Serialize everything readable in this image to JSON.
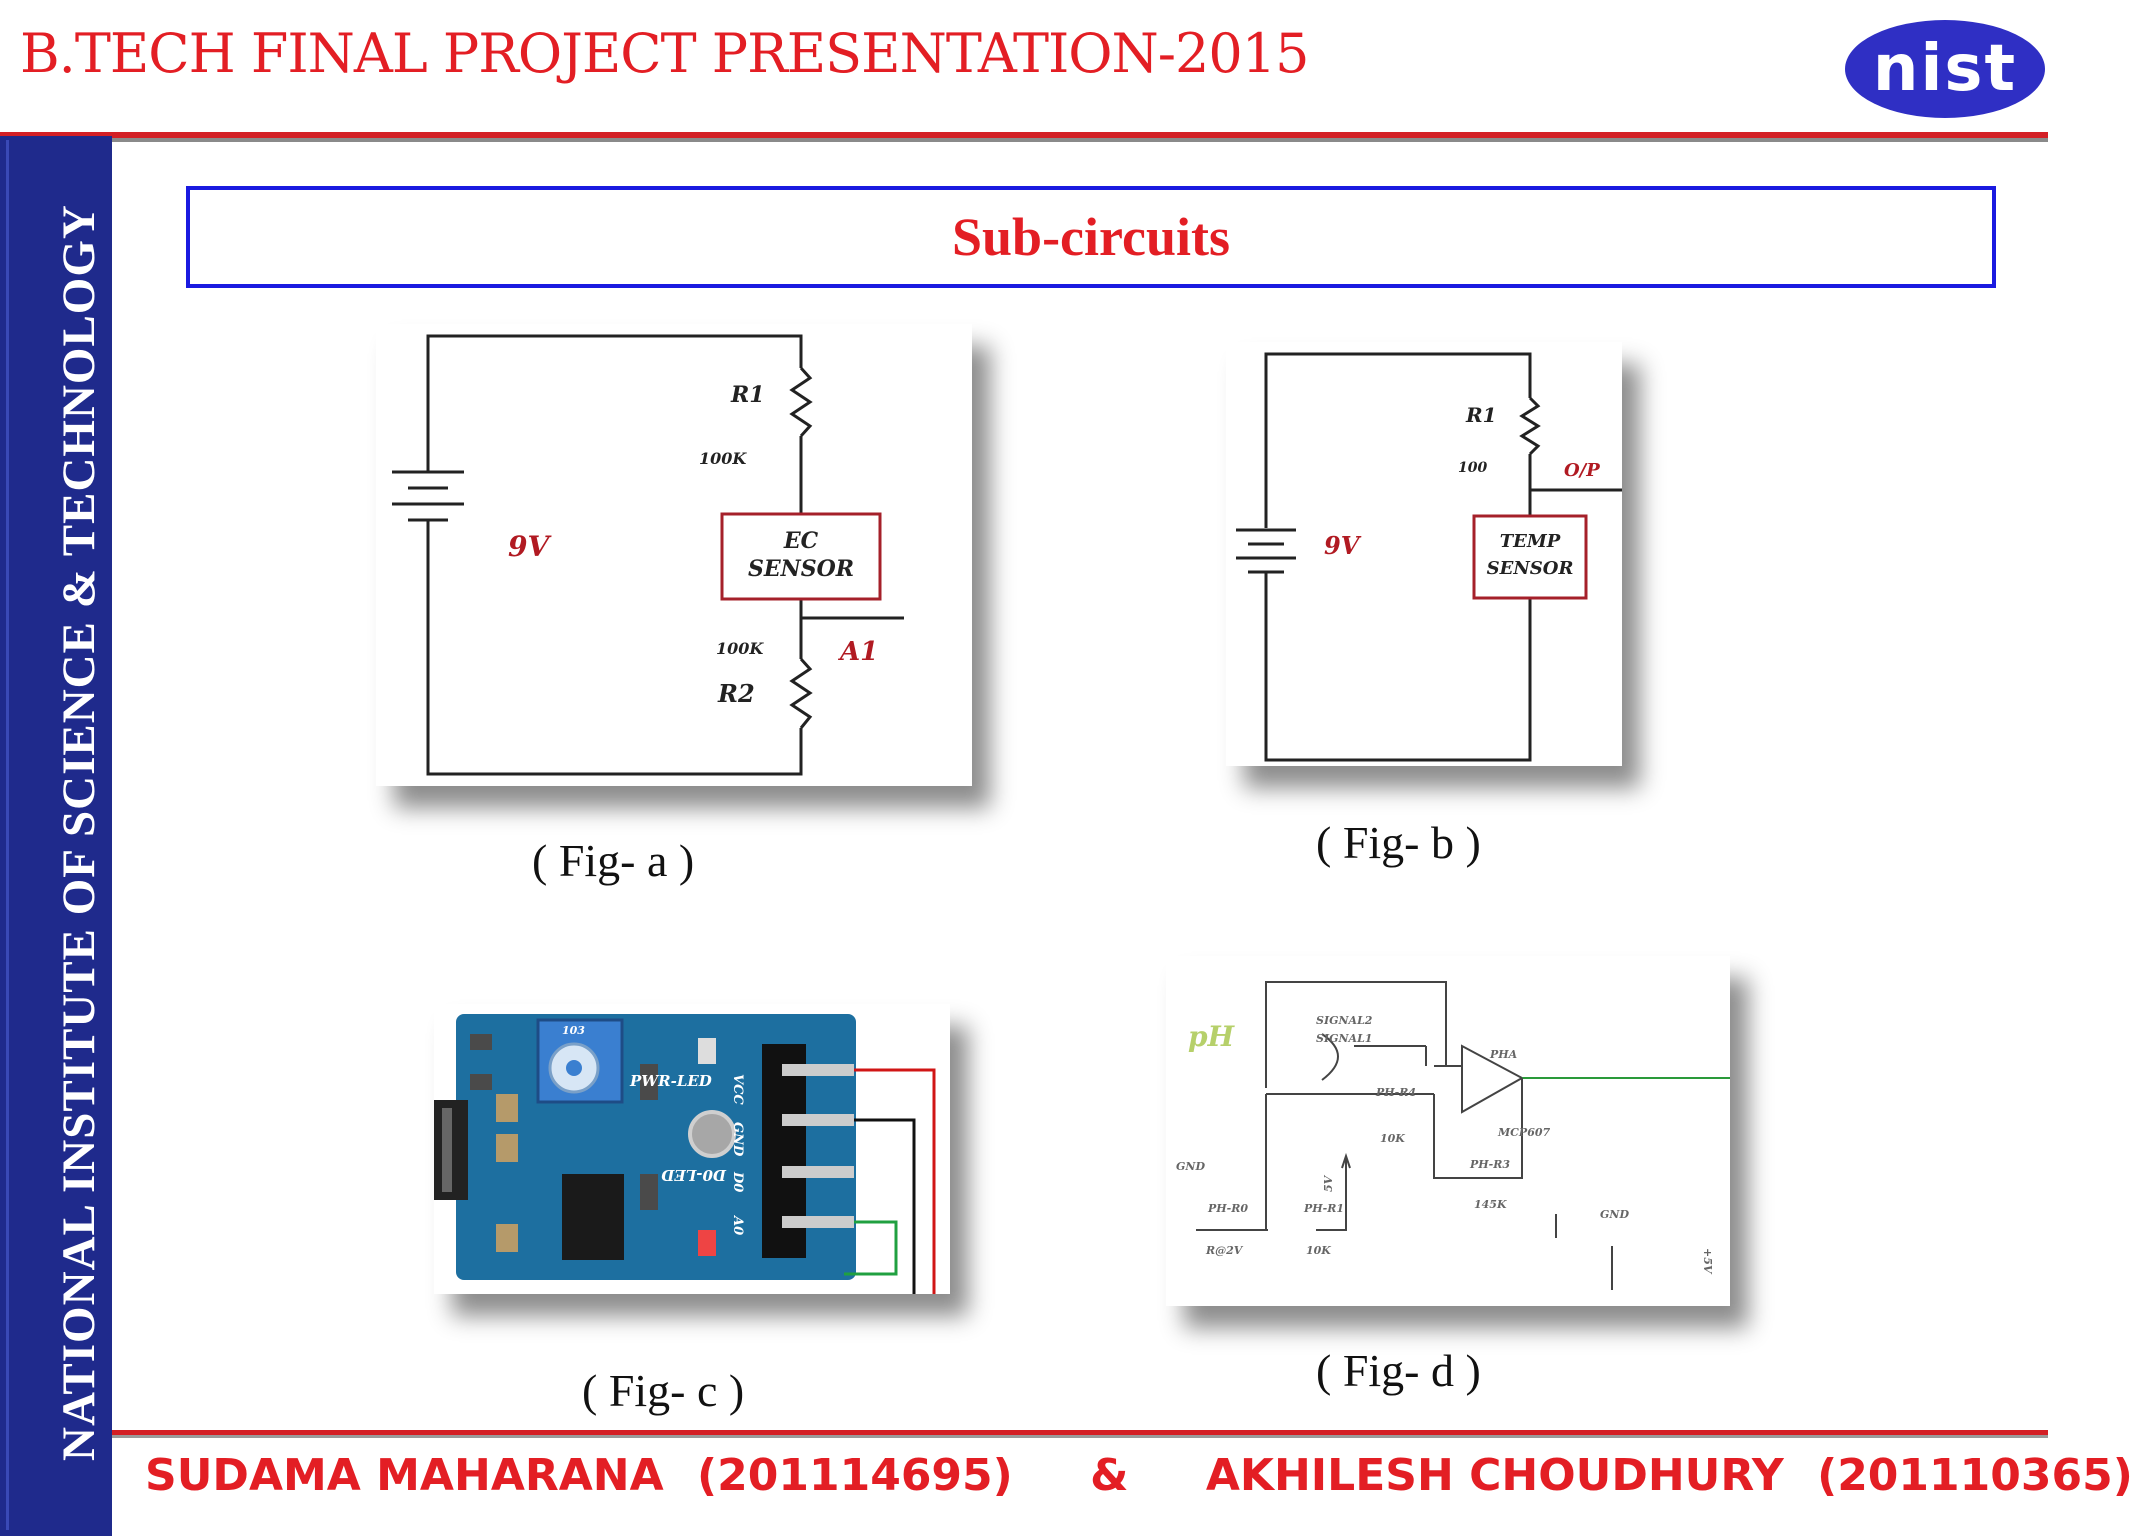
{
  "header": {
    "title": "B.TECH FINAL PROJECT PRESENTATION-2015",
    "logo_text": "nist"
  },
  "sidebar": {
    "text": "NATIONAL INSTITUTE OF SCIENCE & TECHNOLOGY"
  },
  "slide": {
    "title": "Sub-circuits"
  },
  "figures": {
    "a": {
      "caption": "( Fig- a )",
      "r1": "R1",
      "r1_value": "100K",
      "sensor": [
        "EC",
        "SENSOR"
      ],
      "r2": "R2",
      "r2_value": "100K",
      "source": "9V",
      "output": "A1"
    },
    "b": {
      "caption": "( Fig- b )",
      "r1": "R1",
      "r1_value": "100",
      "sensor": [
        "TEMP",
        "SENSOR"
      ],
      "source": "9V",
      "output": "O/P"
    },
    "c": {
      "caption": "( Fig- c )",
      "labels": [
        "PWR-LED",
        "D0-LED",
        "VCC",
        "GND",
        "D0",
        "A0",
        "103"
      ]
    },
    "d": {
      "caption": "( Fig- d )",
      "labels": [
        "pH",
        "SIGNAL2",
        "SIGNAL1",
        "PHA",
        "PH-R4",
        "10K",
        "MCP607",
        "PH-R3",
        "145K",
        "GND",
        "PH-R0",
        "R@2V",
        "PH-R1",
        "10K",
        "5V",
        "GND",
        "+5V"
      ]
    }
  },
  "footer": {
    "author1": "SUDAMA MAHARANA",
    "id1": "(201114695)",
    "amp": "&",
    "author2": "AKHILESH CHOUDHURY",
    "id2": "(201110365)"
  }
}
